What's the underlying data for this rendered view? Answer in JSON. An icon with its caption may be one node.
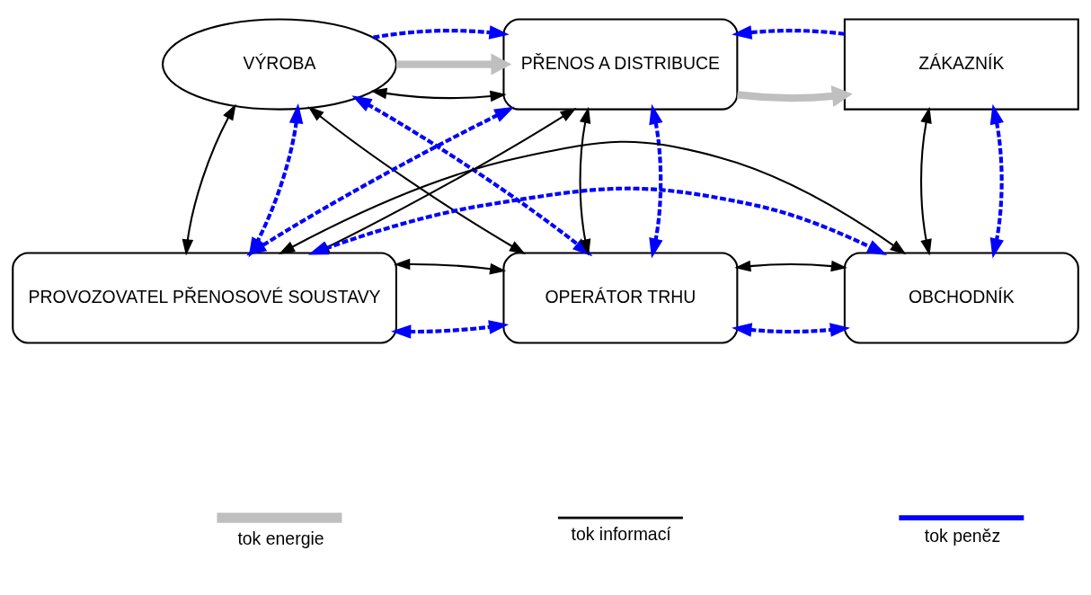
{
  "diagram": {
    "nodes": [
      {
        "text": [
          "VÝROBA"
        ]
      },
      {
        "text": [
          "PŘENOS A DISTRIBUCE"
        ]
      },
      {
        "text": [
          "ZÁKAZNÍK"
        ]
      },
      {
        "text": [
          "PROVOZOVATEL PŘENOSOVÉ SOUSTAVY"
        ]
      },
      {
        "text": [
          "OPERÁTOR TRHU"
        ]
      },
      {
        "text": [
          "OBCHODNÍK"
        ]
      }
    ],
    "edges": [
      {
        "from": 0,
        "to": 1,
        "arrow": "both",
        "color": "#000000"
      },
      {
        "from": 0,
        "to": 1,
        "arrow": "to",
        "style": "thick",
        "color": "#bfbfbf"
      },
      {
        "from": 0,
        "to": 1,
        "arrow": "to",
        "style": "dashed"
      },
      {
        "from": 1,
        "to": 2,
        "arrow": "to",
        "style": "thick",
        "color": "#bfbfbf"
      },
      {
        "from": 2,
        "to": 1,
        "arrow": "to",
        "style": "dashed"
      },
      {
        "from": 0,
        "to": 3,
        "arrow": "both",
        "color": "#000000"
      },
      {
        "from": 0,
        "to": 3,
        "arrow": "both",
        "style": "dashed"
      },
      {
        "from": 0,
        "to": 4,
        "arrow": "both",
        "color": "#000000"
      },
      {
        "from": 0,
        "to": 4,
        "arrow": "both",
        "style": "dashed"
      },
      {
        "from": 1,
        "to": 3,
        "arrow": "both",
        "style": "dashed"
      },
      {
        "from": 1,
        "to": 3,
        "arrow": "both",
        "color": "#000000"
      },
      {
        "from": 1,
        "to": 4,
        "arrow": "both",
        "color": "#000000"
      },
      {
        "from": 1,
        "to": 4,
        "arrow": "both",
        "style": "dashed"
      },
      {
        "from": 2,
        "to": 5,
        "arrow": "both",
        "color": "#000000"
      },
      {
        "from": 2,
        "to": 5,
        "arrow": "both",
        "style": "dashed"
      },
      {
        "from": 3,
        "to": 4,
        "arrow": "both",
        "style": "dashed"
      },
      {
        "from": 3,
        "to": 4,
        "arrow": "both",
        "color": "#000000"
      },
      {
        "from": 4,
        "to": 5,
        "arrow": "both",
        "style": "dashed"
      },
      {
        "from": 4,
        "to": 5,
        "arrow": "both",
        "color": "#000000"
      },
      {
        "from": 3,
        "to": 5,
        "arrow": "both",
        "style": "dashed"
      },
      {
        "from": 3,
        "to": 5,
        "arrow": "both",
        "color": "#000000"
      }
    ],
    "legend": [
      {
        "text": "tok energie"
      },
      {
        "text": "tok informací"
      },
      {
        "text": "tok peněz"
      }
    ]
  }
}
